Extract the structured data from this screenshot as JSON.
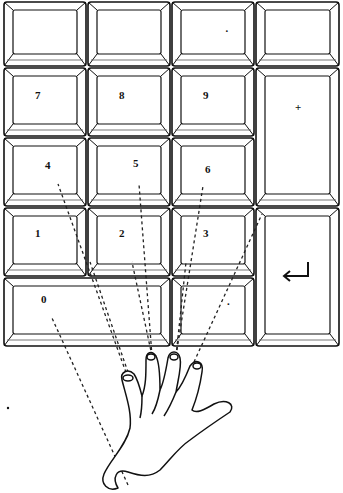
{
  "diagram": {
    "nodes": [
      {
        "text": [
          "·"
        ]
      },
      {
        "text": [
          "7"
        ]
      },
      {
        "text": [
          "8"
        ]
      },
      {
        "text": [
          "9"
        ]
      },
      {
        "text": [
          "+"
        ]
      },
      {
        "text": [
          "4"
        ]
      },
      {
        "text": [
          "5"
        ]
      },
      {
        "text": [
          "6"
        ]
      },
      {
        "text": [
          "1"
        ]
      },
      {
        "text": [
          "2"
        ]
      },
      {
        "text": [
          "3"
        ]
      },
      {
        "text": [
          "0"
        ]
      },
      {
        "text": [
          "."
        ]
      }
    ]
  }
}
